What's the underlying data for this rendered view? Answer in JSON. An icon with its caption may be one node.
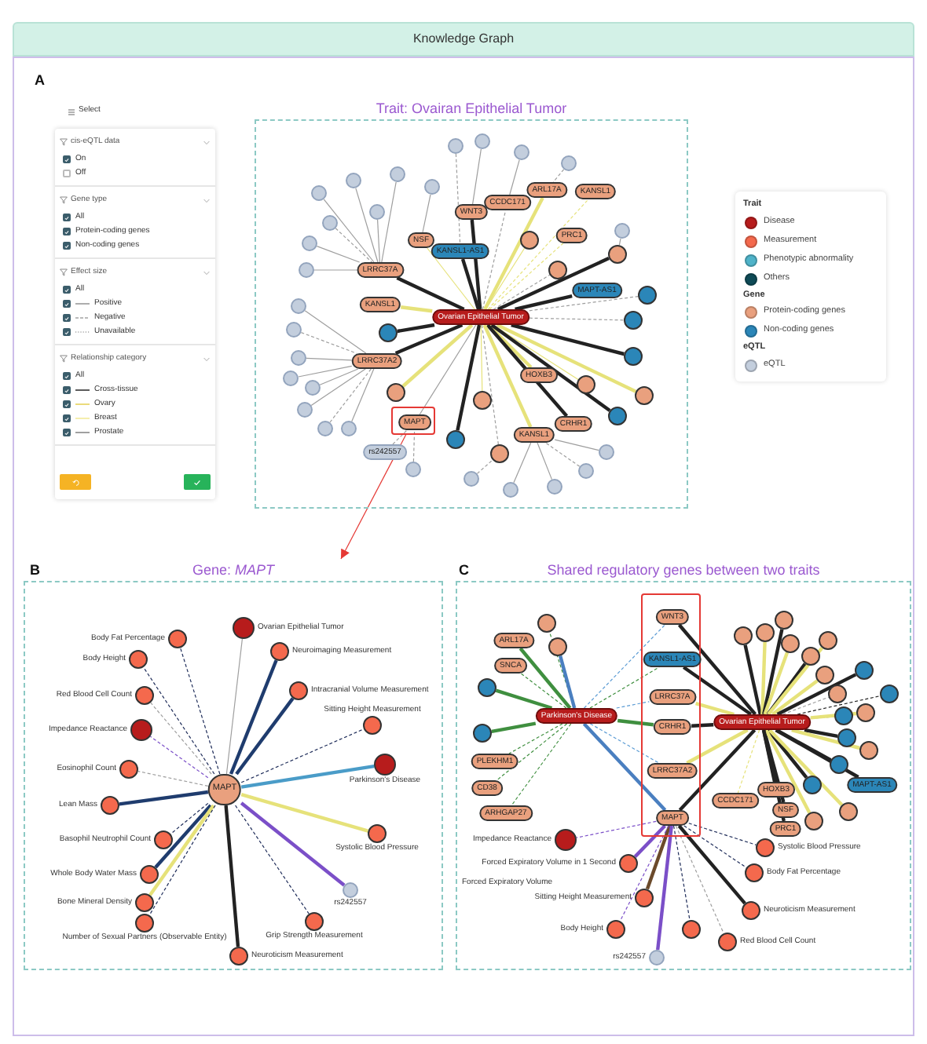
{
  "diagram": {
    "title": "Knowledge Graph",
    "nodes": [
      {
        "text": [],
        "shape": "box"
      },
      {
        "text": [
          "cis-eQTL data",
          "On",
          "Off"
        ],
        "in": 0
      },
      {
        "text": [
          "Gene type",
          "All",
          "Protein-coding genes",
          "Non-coding genes"
        ],
        "in": 0
      },
      {
        "text": [
          "Effect size",
          "All",
          "Positive",
          "Negative",
          "Unavailable"
        ],
        "in": 0
      },
      {
        "text": [
          "Relationship category",
          "All",
          "Cross-tissue",
          "Ovary",
          "Breast",
          "Prostate"
        ],
        "in": 0
      },
      {
        "text": [
          "Trait: Ovairan Epithelial Tumor"
        ]
      },
      {
        "text": [
          "Ovarian Epithelial Tumor"
        ],
        "in": 5
      },
      {
        "text": [
          "WNT3"
        ],
        "in": 5
      },
      {
        "text": [
          "CCDC171"
        ],
        "in": 5
      },
      {
        "text": [
          "ARL17A"
        ],
        "in": 5
      },
      {
        "text": [
          "KANSL1"
        ],
        "in": 5
      },
      {
        "text": [
          "NSF"
        ],
        "in": 5
      },
      {
        "text": [
          "KANSL1-AS1"
        ],
        "in": 5
      },
      {
        "text": [],
        "shape": "circle",
        "in": 5
      },
      {
        "text": [
          "PRC1"
        ],
        "in": 5
      },
      {
        "text": [],
        "shape": "circle",
        "in": 5
      },
      {
        "text": [
          "LRRC37A"
        ],
        "in": 5
      },
      {
        "text": [],
        "shape": "circle",
        "in": 5
      },
      {
        "text": [
          "MAPT-AS1"
        ],
        "in": 5
      },
      {
        "text": [],
        "shape": "circle",
        "in": 5
      },
      {
        "text": [
          "KANSL1"
        ],
        "in": 5
      },
      {
        "text": [],
        "shape": "circle",
        "in": 5
      },
      {
        "text": [],
        "shape": "circle",
        "in": 5
      },
      {
        "text": [],
        "shape": "circle",
        "in": 5
      },
      {
        "text": [
          "LRRC37A2"
        ],
        "in": 5
      },
      {
        "text": [
          "HOXB3"
        ],
        "in": 5
      },
      {
        "text": [],
        "shape": "circle",
        "in": 5
      },
      {
        "text": [],
        "shape": "circle",
        "in": 5
      },
      {
        "text": [],
        "shape": "circle",
        "in": 5
      },
      {
        "text": [],
        "shape": "circle",
        "in": 5
      },
      {
        "text": [],
        "shape": "circle",
        "in": 5
      },
      {
        "text": [],
        "shape": "box",
        "in": 5
      },
      {
        "text": [
          "MAPT"
        ],
        "in": 31
      },
      {
        "text": [
          "CRHR1"
        ],
        "in": 5
      },
      {
        "text": [
          "KANSL1"
        ],
        "in": 5
      },
      {
        "text": [],
        "shape": "circle",
        "in": 5
      },
      {
        "text": [],
        "shape": "circle",
        "in": 5
      },
      {
        "text": [],
        "shape": "circle",
        "in": 5
      },
      {
        "text": [],
        "shape": "circle",
        "in": 5
      },
      {
        "text": [],
        "shape": "circle",
        "in": 5
      },
      {
        "text": [],
        "shape": "circle",
        "in": 5
      },
      {
        "text": [],
        "shape": "circle",
        "in": 5
      },
      {
        "text": [],
        "shape": "circle",
        "in": 5
      },
      {
        "text": [],
        "shape": "circle",
        "in": 5
      },
      {
        "text": [],
        "shape": "circle",
        "in": 5
      },
      {
        "text": [],
        "shape": "circle",
        "in": 5
      },
      {
        "text": [],
        "shape": "circle",
        "in": 5
      },
      {
        "text": [],
        "shape": "circle",
        "in": 5
      },
      {
        "text": [],
        "shape": "circle",
        "in": 5
      },
      {
        "text": [],
        "shape": "circle",
        "in": 5
      },
      {
        "text": [],
        "shape": "circle",
        "in": 5
      },
      {
        "text": [],
        "shape": "circle",
        "in": 5
      },
      {
        "text": [],
        "shape": "circle",
        "in": 5
      },
      {
        "text": [],
        "shape": "circle",
        "in": 5
      },
      {
        "text": [],
        "shape": "circle",
        "in": 5
      },
      {
        "text": [],
        "shape": "circle",
        "in": 5
      },
      {
        "text": [],
        "shape": "circle",
        "in": 5
      },
      {
        "text": [],
        "shape": "circle",
        "in": 5
      },
      {
        "text": [
          "rs242557"
        ],
        "in": 5
      },
      {
        "text": [],
        "shape": "circle",
        "in": 5
      },
      {
        "text": [],
        "shape": "circle",
        "in": 5
      },
      {
        "text": [],
        "shape": "circle",
        "in": 5
      },
      {
        "text": [],
        "shape": "circle",
        "in": 5
      },
      {
        "text": [],
        "shape": "circle",
        "in": 5
      },
      {
        "text": [],
        "shape": "circle",
        "in": 5
      },
      {
        "text": [
          "Gene: *MAPT*"
        ]
      },
      {
        "text": [
          "MAPT"
        ],
        "in": 65
      },
      {
        "text": [],
        "shape": "circle",
        "in": 65,
        "beside": [
          "Ovarian Epithelial Tumor"
        ]
      },
      {
        "text": [],
        "shape": "circle",
        "in": 65,
        "beside": [
          "Body Fat Percentage"
        ]
      },
      {
        "text": [],
        "shape": "circle",
        "in": 65,
        "beside": [
          "Neuroimaging Measurement"
        ]
      },
      {
        "text": [],
        "shape": "circle",
        "in": 65,
        "beside": [
          "Body Height"
        ]
      },
      {
        "text": [],
        "shape": "circle",
        "in": 65,
        "beside": [
          "Intracranial Volume Measurement"
        ]
      },
      {
        "text": [],
        "shape": "circle",
        "in": 65,
        "beside": [
          "Red Blood Cell Count"
        ]
      },
      {
        "text": [],
        "shape": "circle",
        "in": 65,
        "beside": [
          "Sitting Height Measurement"
        ]
      },
      {
        "text": [],
        "shape": "circle",
        "in": 65,
        "beside": [
          "Impedance Reactance"
        ]
      },
      {
        "text": [],
        "shape": "circle",
        "in": 65,
        "beside": [
          "Parkinson's Disease"
        ]
      },
      {
        "text": [],
        "shape": "circle",
        "in": 65,
        "beside": [
          "Eosinophil Count"
        ]
      },
      {
        "text": [],
        "shape": "circle",
        "in": 65,
        "beside": [
          "Lean Mass"
        ]
      },
      {
        "text": [],
        "shape": "circle",
        "in": 65,
        "beside": [
          "Systolic Blood Pressure"
        ]
      },
      {
        "text": [],
        "shape": "circle",
        "in": 65,
        "beside": [
          "Basophil Neutrophil Count"
        ]
      },
      {
        "text": [],
        "shape": "circle",
        "in": 65,
        "beside": [
          "Whole Body Water Mass"
        ]
      },
      {
        "text": [],
        "shape": "circle",
        "in": 65,
        "beside": [
          "rs242557"
        ]
      },
      {
        "text": [],
        "shape": "circle",
        "in": 65,
        "beside": [
          "Bone Mineral Density"
        ]
      },
      {
        "text": [],
        "shape": "circle",
        "in": 65,
        "beside": [
          "Number of Sexual Partners (Observable Entity)"
        ]
      },
      {
        "text": [],
        "shape": "circle",
        "in": 65,
        "beside": [
          "Grip Strength Measurement"
        ]
      },
      {
        "text": [],
        "shape": "circle",
        "in": 65,
        "beside": [
          "Neuroticism Measurement"
        ]
      },
      {
        "text": [
          "Shared regulatory genes between two traits"
        ]
      },
      {
        "text": [],
        "shape": "box",
        "in": 86
      },
      {
        "text": [
          "WNT3"
        ],
        "in": 87
      },
      {
        "text": [
          "KANSL1-AS1"
        ],
        "in": 87
      },
      {
        "text": [
          "LRRC37A"
        ],
        "in": 87
      },
      {
        "text": [
          "CRHR1"
        ],
        "in": 87
      },
      {
        "text": [
          "LRRC37A2"
        ],
        "in": 87
      },
      {
        "text": [
          "MAPT"
        ],
        "in": 87
      },
      {
        "text": [
          "Parkinson's Disease"
        ],
        "in": 86
      },
      {
        "text": [
          "Ovarian Epithelial Tumor"
        ],
        "in": 86
      },
      {
        "text": [
          "ARL17A"
        ],
        "in": 86
      },
      {
        "text": [],
        "shape": "circle",
        "in": 86
      },
      {
        "text": [],
        "shape": "circle",
        "in": 86
      },
      {
        "text": [
          "SNCA"
        ],
        "in": 86
      },
      {
        "text": [],
        "shape": "circle",
        "in": 86
      },
      {
        "text": [],
        "shape": "circle",
        "in": 86
      },
      {
        "text": [
          "PLEKHM1"
        ],
        "in": 86
      },
      {
        "text": [
          "CD38"
        ],
        "in": 86
      },
      {
        "text": [
          "ARHGAP27"
        ],
        "in": 86
      },
      {
        "text": [],
        "shape": "circle",
        "in": 86
      },
      {
        "text": [],
        "shape": "circle",
        "in": 86
      },
      {
        "text": [],
        "shape": "circle",
        "in": 86
      },
      {
        "text": [],
        "shape": "circle",
        "in": 86
      },
      {
        "text": [],
        "shape": "circle",
        "in": 86
      },
      {
        "text": [],
        "shape": "circle",
        "in": 86
      },
      {
        "text": [],
        "shape": "circle",
        "in": 86
      },
      {
        "text": [],
        "shape": "circle",
        "in": 86
      },
      {
        "text": [],
        "shape": "circle",
        "in": 86
      },
      {
        "text": [],
        "shape": "circle",
        "in": 86
      },
      {
        "text": [],
        "shape": "circle",
        "in": 86
      },
      {
        "text": [],
        "shape": "circle",
        "in": 86
      },
      {
        "text": [],
        "shape": "circle",
        "in": 86
      },
      {
        "text": [],
        "shape": "circle",
        "in": 86
      },
      {
        "text": [],
        "shape": "circle",
        "in": 86
      },
      {
        "text": [
          "MAPT-AS1"
        ],
        "in": 86
      },
      {
        "text": [],
        "shape": "circle",
        "in": 86
      },
      {
        "text": [
          "CCDC171"
        ],
        "in": 86
      },
      {
        "text": [
          "HOXB3"
        ],
        "in": 86
      },
      {
        "text": [],
        "shape": "circle",
        "in": 86
      },
      {
        "text": [
          "NSF"
        ],
        "in": 86
      },
      {
        "text": [],
        "shape": "circle",
        "in": 86
      },
      {
        "text": [
          "PRC1"
        ],
        "in": 86
      },
      {
        "text": [],
        "shape": "circle",
        "in": 86,
        "beside": [
          "Impedance Reactance"
        ]
      },
      {
        "text": [],
        "shape": "circle",
        "in": 86,
        "beside": [
          "Systolic Blood Pressure"
        ]
      },
      {
        "text": [],
        "shape": "circle",
        "in": 86,
        "beside": [
          "Forced Expiratory Volume in 1 Second"
        ]
      },
      {
        "text": [],
        "shape": "circle",
        "in": 86,
        "beside": [
          "Body Fat Percentage"
        ]
      },
      {
        "text": [],
        "shape": "circle",
        "in": 86,
        "beside": [
          "Sitting Height Measurement"
        ]
      },
      {
        "text": [],
        "shape": "circle",
        "in": 86,
        "beside": [
          "Neuroticism Measurement"
        ]
      },
      {
        "text": [],
        "shape": "circle",
        "in": 86,
        "beside": [
          "Body Height"
        ]
      },
      {
        "text": [],
        "shape": "circle",
        "in": 86
      },
      {
        "text": [],
        "shape": "circle",
        "in": 86,
        "beside": [
          "Red Blood Cell Count"
        ]
      },
      {
        "text": [],
        "shape": "circle",
        "in": 86,
        "beside": [
          "rs242557"
        ]
      }
    ],
    "edges": [
      {
        "from": 6,
        "to": 7,
        "arrow": "none",
        "style": "thick",
        "color": "#222222"
      },
      {
        "from": 6,
        "to": 8,
        "arrow": "none",
        "style": "dashed"
      },
      {
        "from": 6,
        "to": 9,
        "arrow": "none",
        "style": "thick",
        "color": "#e6e27a"
      },
      {
        "from": 6,
        "to": 10,
        "arrow": "none",
        "style": "dashed",
        "color": "#e6e27a"
      },
      {
        "from": 6,
        "to": 11,
        "arrow": "none",
        "color": "#e6e27a"
      },
      {
        "from": 6,
        "to": 12,
        "arrow": "none",
        "style": "thick",
        "color": "#222222"
      },
      {
        "from": 6,
        "to": 13,
        "arrow": "none",
        "color": "#e6e27a"
      },
      {
        "from": 6,
        "to": 14,
        "arrow": "none",
        "style": "dashed",
        "color": "#e6e27a"
      },
      {
        "from": 6,
        "to": 15,
        "arrow": "none",
        "style": "thick",
        "color": "#222222"
      },
      {
        "from": 6,
        "to": 16,
        "arrow": "none",
        "style": "thick",
        "color": "#222222"
      },
      {
        "from": 6,
        "to": 17,
        "arrow": "none",
        "style": "dashed"
      },
      {
        "from": 6,
        "to": 18,
        "arrow": "none",
        "style": "thick",
        "color": "#222222"
      },
      {
        "from": 6,
        "to": 19,
        "arrow": "none",
        "style": "dashed"
      },
      {
        "from": 6,
        "to": 20,
        "arrow": "none",
        "style": "thick",
        "color": "#e6e27a"
      },
      {
        "from": 6,
        "to": 21,
        "arrow": "none",
        "style": "thick",
        "color": "#222222"
      },
      {
        "from": 6,
        "to": 22,
        "arrow": "none",
        "style": "dashed"
      },
      {
        "from": 6,
        "to": 23,
        "arrow": "none",
        "style": "thick",
        "color": "#222222"
      },
      {
        "from": 6,
        "to": 24,
        "arrow": "none",
        "style": "thick",
        "color": "#222222"
      },
      {
        "from": 6,
        "to": 25,
        "arrow": "none",
        "style": "thick",
        "color": "#e6e27a"
      },
      {
        "from": 6,
        "to": 26,
        "arrow": "none",
        "color": "#e6e27a"
      },
      {
        "from": 6,
        "to": 27,
        "arrow": "none",
        "style": "thick",
        "color": "#e6e27a"
      },
      {
        "from": 6,
        "to": 28,
        "arrow": "none",
        "color": "#e6e27a"
      },
      {
        "from": 6,
        "to": 29,
        "arrow": "none",
        "style": "thick",
        "color": "#e6e27a"
      },
      {
        "from": 6,
        "to": 30,
        "arrow": "none",
        "style": "thick",
        "color": "#222222"
      },
      {
        "from": 6,
        "to": 32,
        "arrow": "none"
      },
      {
        "from": 6,
        "to": 33,
        "arrow": "none",
        "style": "thick",
        "color": "#222222"
      },
      {
        "from": 6,
        "to": 34,
        "arrow": "none",
        "style": "thick",
        "color": "#e6e27a"
      },
      {
        "from": 6,
        "to": 35,
        "arrow": "none",
        "style": "thick",
        "color": "#222222"
      },
      {
        "from": 6,
        "to": 36,
        "arrow": "none",
        "style": "dashed"
      },
      {
        "from": 37,
        "to": 12,
        "arrow": "none",
        "style": "dashed"
      },
      {
        "from": 38,
        "to": 7,
        "arrow": "none"
      },
      {
        "from": 39,
        "to": 8,
        "arrow": "none"
      },
      {
        "from": 40,
        "to": 9,
        "arrow": "none",
        "style": "dashed"
      },
      {
        "from": 41,
        "to": 16,
        "arrow": "none"
      },
      {
        "from": 42,
        "to": 16,
        "arrow": "none"
      },
      {
        "from": 43,
        "to": 16,
        "arrow": "none"
      },
      {
        "from": 44,
        "to": 11,
        "arrow": "none"
      },
      {
        "from": 45,
        "to": 16,
        "arrow": "none"
      },
      {
        "from": 46,
        "to": 16,
        "arrow": "none",
        "style": "dashed"
      },
      {
        "from": 47,
        "to": 16,
        "arrow": "none"
      },
      {
        "from": 48,
        "to": 15,
        "arrow": "none"
      },
      {
        "from": 49,
        "to": 16,
        "arrow": "none"
      },
      {
        "from": 50,
        "to": 24,
        "arrow": "none"
      },
      {
        "from": 51,
        "to": 24,
        "arrow": "none",
        "style": "dashed"
      },
      {
        "from": 52,
        "to": 24,
        "arrow": "none"
      },
      {
        "from": 53,
        "to": 24,
        "arrow": "none"
      },
      {
        "from": 54,
        "to": 24,
        "arrow": "none"
      },
      {
        "from": 55,
        "to": 24,
        "arrow": "none"
      },
      {
        "from": 56,
        "to": 24,
        "arrow": "none",
        "style": "dashed"
      },
      {
        "from": 57,
        "to": 24,
        "arrow": "none"
      },
      {
        "from": 58,
        "to": 32,
        "arrow": "none",
        "style": "dashed"
      },
      {
        "from": 59,
        "to": 32,
        "arrow": "none",
        "style": "dashed"
      },
      {
        "from": 60,
        "to": 36,
        "arrow": "none",
        "style": "dashed"
      },
      {
        "from": 61,
        "to": 34,
        "arrow": "none"
      },
      {
        "from": 62,
        "to": 34,
        "arrow": "none"
      },
      {
        "from": 63,
        "to": 34,
        "arrow": "none",
        "style": "dashed"
      },
      {
        "from": 64,
        "to": 34,
        "arrow": "none"
      },
      {
        "from": 31,
        "to": 65,
        "arrow": "to",
        "color": "#e53935"
      },
      {
        "from": 66,
        "to": 67,
        "arrow": "none"
      },
      {
        "from": 66,
        "to": 68,
        "arrow": "none",
        "style": "dashed",
        "color": "#1f2d5a"
      },
      {
        "from": 66,
        "to": 69,
        "arrow": "none",
        "style": "thick",
        "color": "#1f3c6e"
      },
      {
        "from": 66,
        "to": 70,
        "arrow": "none",
        "style": "dashed",
        "color": "#1f2d5a"
      },
      {
        "from": 66,
        "to": 71,
        "arrow": "none",
        "style": "thick",
        "color": "#1f3c6e"
      },
      {
        "from": 66,
        "to": 72,
        "arrow": "none",
        "style": "dashed"
      },
      {
        "from": 66,
        "to": 73,
        "arrow": "none",
        "style": "dashed",
        "color": "#1f2d5a"
      },
      {
        "from": 66,
        "to": 74,
        "arrow": "none",
        "style": "dashed",
        "color": "#7b4fc8"
      },
      {
        "from": 66,
        "to": 75,
        "arrow": "none",
        "style": "thick",
        "color": "#4a9cc8"
      },
      {
        "from": 66,
        "to": 76,
        "arrow": "none",
        "style": "dashed"
      },
      {
        "from": 66,
        "to": 77,
        "arrow": "none",
        "style": "thick",
        "color": "#1f3c6e"
      },
      {
        "from": 66,
        "to": 78,
        "arrow": "none",
        "style": "thick",
        "color": "#e6e27a"
      },
      {
        "from": 66,
        "to": 79,
        "arrow": "none",
        "style": "dashed",
        "color": "#1f2d5a"
      },
      {
        "from": 66,
        "to": 80,
        "arrow": "none",
        "style": "thick",
        "color": "#1f3c6e"
      },
      {
        "from": 66,
        "to": 81,
        "arrow": "none",
        "style": "thick",
        "color": "#7b4fc8"
      },
      {
        "from": 66,
        "to": 82,
        "arrow": "none",
        "style": "thick",
        "color": "#e6e27a"
      },
      {
        "from": 66,
        "to": 83,
        "arrow": "none",
        "style": "dashed",
        "color": "#1f2d5a"
      },
      {
        "from": 66,
        "to": 84,
        "arrow": "none",
        "style": "dashed",
        "color": "#1f2d5a"
      },
      {
        "from": 66,
        "to": 85,
        "arrow": "none",
        "style": "thick",
        "color": "#222222"
      },
      {
        "from": 94,
        "to": 96,
        "arrow": "none",
        "style": "thick",
        "color": "#3f8f3f"
      },
      {
        "from": 94,
        "to": 97,
        "arrow": "none",
        "style": "dashed",
        "color": "#3f8f3f"
      },
      {
        "from": 94,
        "to": 98,
        "arrow": "none",
        "style": "thick",
        "color": "#4a7fc0"
      },
      {
        "from": 94,
        "to": 99,
        "arrow": "none",
        "style": "dashed",
        "color": "#3f8f3f"
      },
      {
        "from": 94,
        "to": 100,
        "arrow": "none",
        "style": "thick",
        "color": "#3f8f3f"
      },
      {
        "from": 94,
        "to": 101,
        "arrow": "none",
        "style": "thick",
        "color": "#3f8f3f"
      },
      {
        "from": 94,
        "to": 102,
        "arrow": "none",
        "style": "dashed",
        "color": "#3f8f3f"
      },
      {
        "from": 94,
        "to": 103,
        "arrow": "none",
        "style": "dashed",
        "color": "#3f8f3f"
      },
      {
        "from": 94,
        "to": 104,
        "arrow": "none",
        "style": "dashed",
        "color": "#3f8f3f"
      },
      {
        "from": 94,
        "to": 88,
        "arrow": "none",
        "style": "dashed",
        "color": "#5a9bd4"
      },
      {
        "from": 94,
        "to": 89,
        "arrow": "none",
        "style": "dashed",
        "color": "#3f8f3f"
      },
      {
        "from": 94,
        "to": 90,
        "arrow": "none",
        "style": "dashed",
        "color": "#5a9bd4"
      },
      {
        "from": 94,
        "to": 91,
        "arrow": "none",
        "style": "thick",
        "color": "#3f8f3f"
      },
      {
        "from": 94,
        "to": 92,
        "arrow": "none",
        "style": "dashed",
        "color": "#5a9bd4"
      },
      {
        "from": 94,
        "to": 93,
        "arrow": "none",
        "style": "thick",
        "color": "#4a7fc0"
      },
      {
        "from": 95,
        "to": 88,
        "arrow": "none",
        "style": "thick",
        "color": "#222222"
      },
      {
        "from": 95,
        "to": 89,
        "arrow": "none",
        "style": "thick",
        "color": "#222222"
      },
      {
        "from": 95,
        "to": 90,
        "arrow": "none",
        "style": "thick",
        "color": "#e6e27a"
      },
      {
        "from": 95,
        "to": 91,
        "arrow": "none",
        "style": "thick",
        "color": "#222222"
      },
      {
        "from": 95,
        "to": 92,
        "arrow": "none",
        "style": "thick",
        "color": "#e6e27a"
      },
      {
        "from": 95,
        "to": 93,
        "arrow": "none",
        "style": "thick",
        "color": "#222222"
      },
      {
        "from": 95,
        "to": 105,
        "arrow": "none",
        "style": "thick",
        "color": "#222222"
      },
      {
        "from": 95,
        "to": 106,
        "arrow": "none",
        "style": "thick",
        "color": "#e6e27a"
      },
      {
        "from": 95,
        "to": 107,
        "arrow": "none",
        "style": "thick",
        "color": "#222222"
      },
      {
        "from": 95,
        "to": 108,
        "arrow": "none",
        "style": "thick",
        "color": "#e6e27a"
      },
      {
        "from": 95,
        "to": 109,
        "arrow": "none",
        "style": "thick",
        "color": "#222222"
      },
      {
        "from": 95,
        "to": 110,
        "arrow": "none",
        "style": "thick",
        "color": "#e6e27a"
      },
      {
        "from": 95,
        "to": 111,
        "arrow": "none",
        "style": "thick",
        "color": "#e6e27a"
      },
      {
        "from": 95,
        "to": 112,
        "arrow": "none",
        "style": "dashed"
      },
      {
        "from": 95,
        "to": 113,
        "arrow": "none",
        "style": "thick",
        "color": "#222222"
      },
      {
        "from": 95,
        "to": 114,
        "arrow": "none",
        "style": "dashed",
        "color": "#222222"
      },
      {
        "from": 95,
        "to": 115,
        "arrow": "none",
        "style": "dashed",
        "color": "#222222"
      },
      {
        "from": 95,
        "to": 116,
        "arrow": "none",
        "style": "thick",
        "color": "#e6e27a"
      },
      {
        "from": 95,
        "to": 117,
        "arrow": "none",
        "style": "thick",
        "color": "#222222"
      },
      {
        "from": 95,
        "to": 118,
        "arrow": "none",
        "style": "thick",
        "color": "#e6e27a"
      },
      {
        "from": 95,
        "to": 119,
        "arrow": "none",
        "style": "thick",
        "color": "#222222"
      },
      {
        "from": 95,
        "to": 120,
        "arrow": "none",
        "style": "thick",
        "color": "#222222"
      },
      {
        "from": 95,
        "to": 121,
        "arrow": "none",
        "style": "thick",
        "color": "#222222"
      },
      {
        "from": 95,
        "to": 122,
        "arrow": "none",
        "style": "dashed",
        "color": "#e6e27a"
      },
      {
        "from": 95,
        "to": 123,
        "arrow": "none",
        "style": "thick",
        "color": "#222222"
      },
      {
        "from": 95,
        "to": 124,
        "arrow": "none",
        "style": "thick",
        "color": "#e6e27a"
      },
      {
        "from": 95,
        "to": 125,
        "arrow": "none",
        "style": "thick",
        "color": "#222222"
      },
      {
        "from": 95,
        "to": 126,
        "arrow": "none",
        "style": "thick",
        "color": "#e6e27a"
      },
      {
        "from": 95,
        "to": 127,
        "arrow": "none",
        "style": "thick",
        "color": "#222222"
      },
      {
        "from": 93,
        "to": 128,
        "arrow": "none",
        "style": "dashed",
        "color": "#7b4fc8"
      },
      {
        "from": 93,
        "to": 129,
        "arrow": "none",
        "style": "dashed",
        "color": "#1f2d5a"
      },
      {
        "from": 93,
        "to": 130,
        "arrow": "none",
        "style": "thick",
        "color": "#7b4fc8"
      },
      {
        "from": 93,
        "to": 131,
        "arrow": "none",
        "style": "dashed",
        "color": "#1f2d5a"
      },
      {
        "from": 93,
        "to": 132,
        "arrow": "none",
        "style": "thick",
        "color": "#6b4a2b"
      },
      {
        "from": 93,
        "to": 133,
        "arrow": "none",
        "style": "thick",
        "color": "#222222"
      },
      {
        "from": 93,
        "to": 134,
        "arrow": "none",
        "style": "dashed",
        "color": "#7b4fc8"
      },
      {
        "from": 93,
        "to": 135,
        "arrow": "none",
        "style": "dashed",
        "color": "#1f2d5a"
      },
      {
        "from": 93,
        "to": 136,
        "arrow": "none",
        "style": "dashed"
      },
      {
        "from": 93,
        "to": 137,
        "arrow": "none",
        "style": "thick",
        "color": "#7b4fc8"
      }
    ],
    "labels": [
      "A",
      "Select",
      "Trait",
      "Gene",
      "eQTL",
      "B",
      "C",
      "Forced Expiratory Volume"
    ],
    "legend": [
      {
        "text": "Disease",
        "color": "#b71c1c"
      },
      {
        "text": "Measurement",
        "color": "#f4694d"
      },
      {
        "text": "Phenotypic abnormality",
        "color": "#4fb3c9"
      },
      {
        "text": "Others",
        "color": "#0e4a56"
      },
      {
        "text": "Protein-coding genes",
        "color": "#e9a07e"
      },
      {
        "text": "Non-coding genes",
        "color": "#2b86b8"
      },
      {
        "text": "eQTL",
        "color": "#c3cedd"
      }
    ]
  }
}
